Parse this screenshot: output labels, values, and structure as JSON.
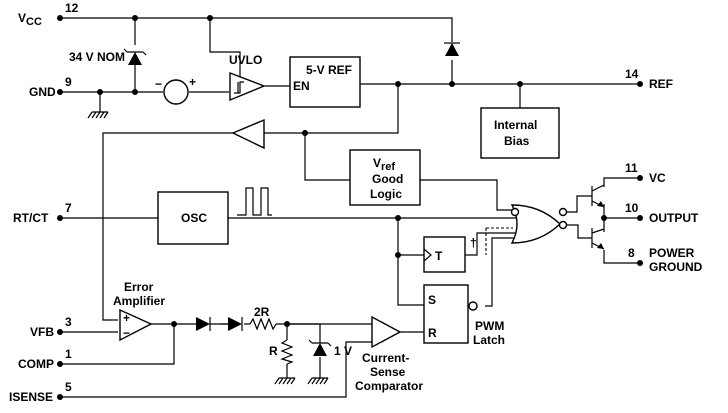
{
  "pins": {
    "vcc": {
      "name": "V",
      "sub": "CC",
      "num": "12"
    },
    "gnd": {
      "name": "GND",
      "num": "9"
    },
    "rtct": {
      "name": "RT/CT",
      "num": "7"
    },
    "vfb": {
      "name": "VFB",
      "num": "3"
    },
    "comp": {
      "name": "COMP",
      "num": "1"
    },
    "isense": {
      "name": "ISENSE",
      "num": "5"
    },
    "ref": {
      "name": "REF",
      "num": "14"
    },
    "vc": {
      "name": "VC",
      "num": "11"
    },
    "output": {
      "name": "OUTPUT",
      "num": "10"
    },
    "pgnd": {
      "name1": "POWER",
      "name2": "GROUND",
      "num": "8"
    }
  },
  "labels": {
    "zener": "34 V NOM",
    "uvlo": "UVLO",
    "ref5v": "5-V REF",
    "en": "EN",
    "internal_bias1": "Internal",
    "internal_bias2": "Bias",
    "vref_good_v": "V",
    "vref_good_sub": "ref",
    "vref_good2": "Good",
    "vref_good3": "Logic",
    "osc": "OSC",
    "t": "T",
    "dagger": "†",
    "s": "S",
    "r": "R",
    "pwm1": "PWM",
    "pwm2": "Latch",
    "err1": "Error",
    "err2": "Amplifier",
    "r2": "2R",
    "r1": "R",
    "v1": "1 V",
    "csc1": "Current-",
    "csc2": "Sense",
    "csc3": "Comparator",
    "plus": "+",
    "minus": "−"
  }
}
